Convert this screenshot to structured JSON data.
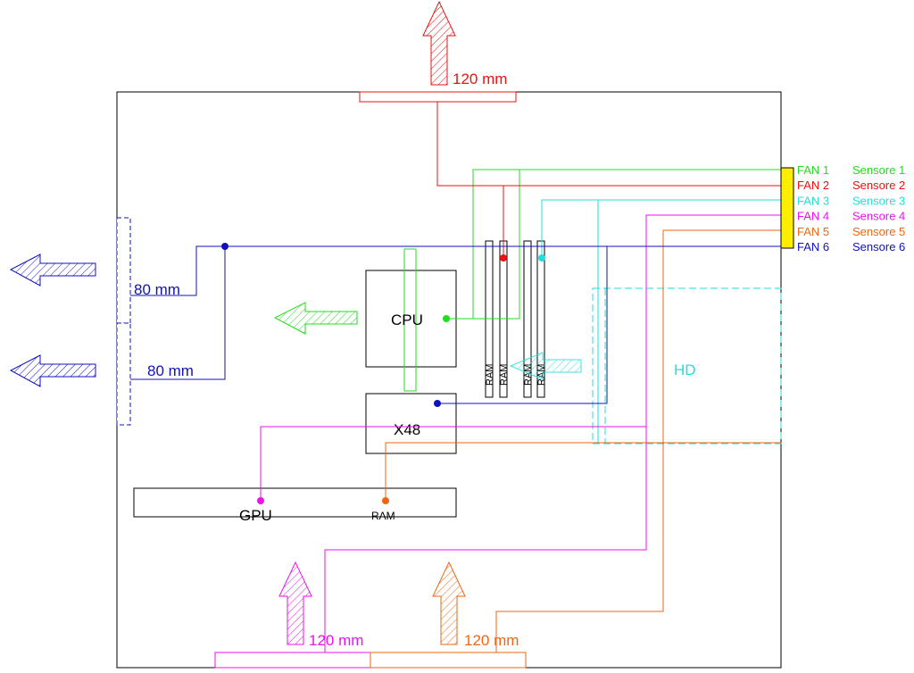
{
  "labels": {
    "top_fan": "120 mm",
    "left_fan_1": "80 mm",
    "left_fan_2": "80 mm",
    "bottom_fan_1": "120 mm",
    "bottom_fan_2": "120 mm",
    "cpu": "CPU",
    "chipset": "X48",
    "gpu": "GPU",
    "gpu_ram": "RAM",
    "ram_1": "RAM",
    "ram_2": "RAM",
    "ram_3": "RAM",
    "ram_4": "RAM",
    "hd": "HD"
  },
  "fan_legend": [
    {
      "fan": "FAN 1",
      "sensor": "Sensore 1",
      "color": "#22dd22"
    },
    {
      "fan": "FAN 2",
      "sensor": "Sensore 2",
      "color": "#ee1111"
    },
    {
      "fan": "FAN 3",
      "sensor": "Sensore 3",
      "color": "#22dddd"
    },
    {
      "fan": "FAN 4",
      "sensor": "Sensore 4",
      "color": "#ee11ee"
    },
    {
      "fan": "FAN 5",
      "sensor": "Sensore 5",
      "color": "#ee6611"
    },
    {
      "fan": "FAN 6",
      "sensor": "Sensore 6",
      "color": "#1111bb"
    }
  ],
  "colors": {
    "fan_connector": "#ffee00",
    "case_outline": "#000000"
  }
}
